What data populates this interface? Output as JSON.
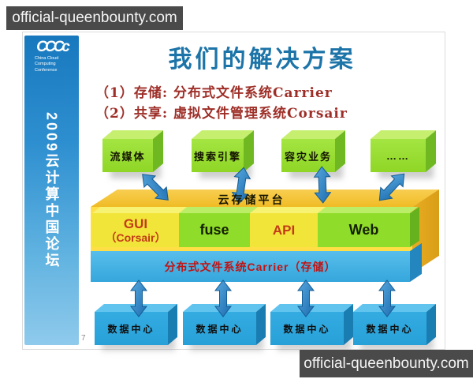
{
  "watermark": {
    "text": "official-queenbounty.com"
  },
  "sidebar": {
    "logo_letters": "CCCc",
    "logo_subtext": "China Cloud Computing Conference",
    "vertical_title": "2009云计算中国论坛",
    "page_number": "7"
  },
  "slide": {
    "title": "我们的解决方案",
    "point1": "（1）存储: 分布式文件系统Carrier",
    "point2": "（2）共享: 虚拟文件管理系统Corsair"
  },
  "diagram": {
    "top_boxes": [
      {
        "label": "流媒体"
      },
      {
        "label": "搜索引擎"
      },
      {
        "label": "容灾业务"
      },
      {
        "label": "……"
      }
    ],
    "platform_label": "云存储平台",
    "layer_boxes": [
      {
        "line1": "GUI",
        "line2": "（Corsair）"
      },
      {
        "line1": "fuse",
        "line2": ""
      },
      {
        "line1": "API",
        "line2": ""
      },
      {
        "line1": "Web",
        "line2": ""
      }
    ],
    "storage_bar_label": "分布式文件系统Carrier（存储）",
    "bottom_boxes": [
      {
        "label": "数据中心"
      },
      {
        "label": "数据中心"
      },
      {
        "label": "数据中心"
      },
      {
        "label": "数据中心"
      }
    ],
    "colors": {
      "watermark_bg": "#4A4A4A",
      "title_blue": "#1C74A8",
      "accent_red": "#9E2F28",
      "sidebar_blue_top": "#1878BE",
      "sidebar_blue_bottom": "#8FCAEC",
      "app_box_green": "#9ADE33",
      "platform_gold": "#F5C42E",
      "platform_front_yellow": "#FFDF45",
      "layer_yellow": "#F2E53A",
      "layer_green": "#8FDC2B",
      "storage_bar_blue": "#41B1E5",
      "datacenter_blue": "#2FA8E0",
      "arrow_blue": "#2E86C8"
    }
  }
}
